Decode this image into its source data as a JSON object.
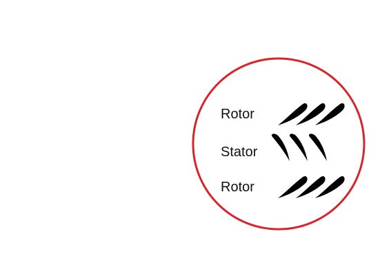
{
  "diagram": {
    "rows": [
      {
        "label": "Rotor",
        "kind": "rotor",
        "blade_count": 3
      },
      {
        "label": "Stator",
        "kind": "stator",
        "blade_count": 3
      },
      {
        "label": "Rotor",
        "kind": "rotor",
        "blade_count": 3
      }
    ],
    "colors": {
      "ring": "#d8232a",
      "blade": "#000000",
      "text": "#111111"
    }
  }
}
